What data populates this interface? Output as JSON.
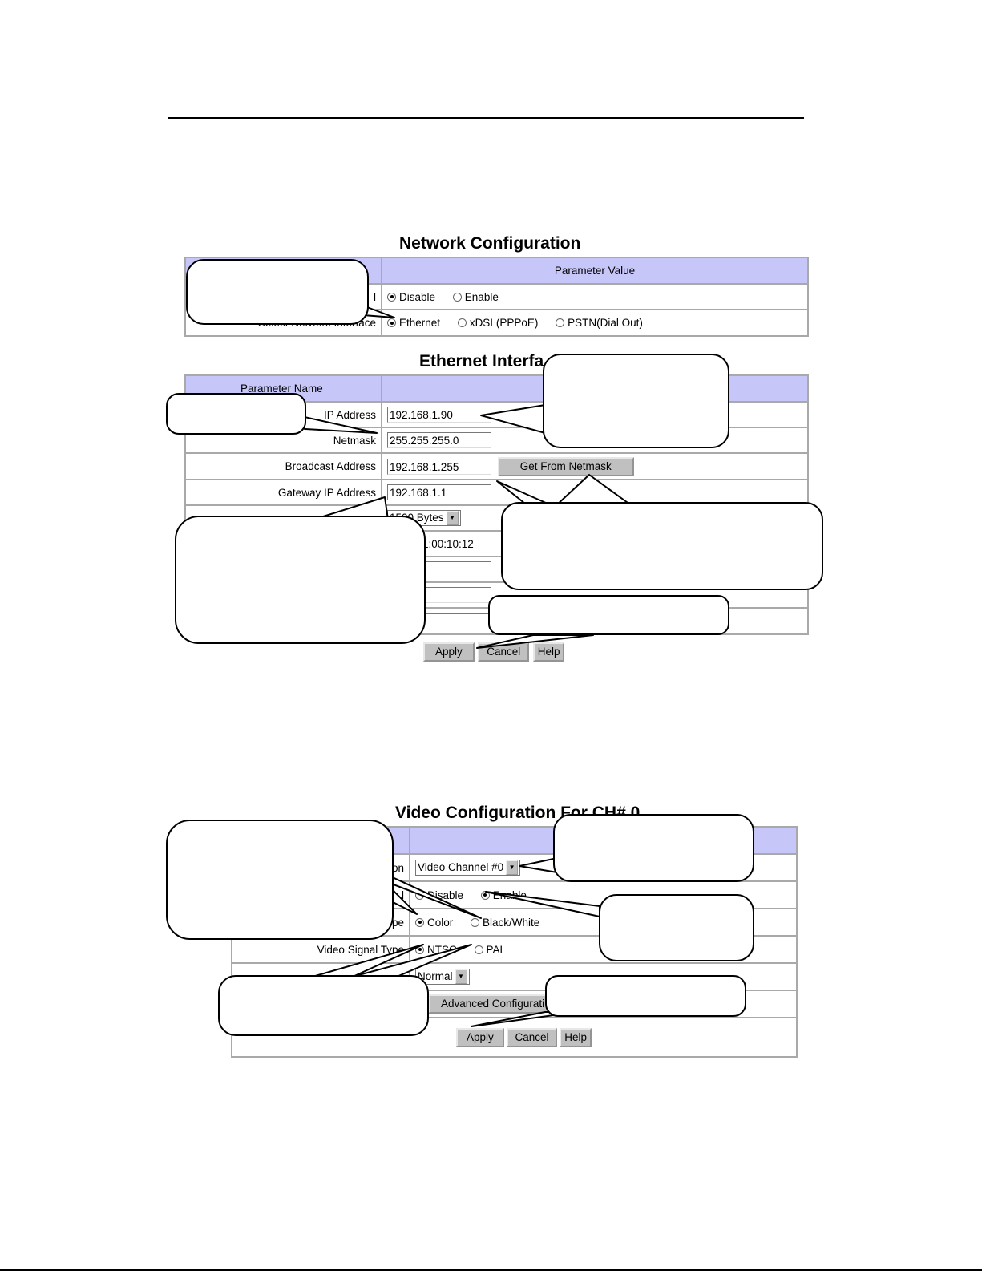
{
  "network": {
    "title": "Network Configuration",
    "header_value": "Parameter Value",
    "row1_label": "l",
    "row1_opt1": "Disable",
    "row1_opt2": "Enable",
    "row2_label": "Select Network Interface",
    "row2_opt1": "Ethernet",
    "row2_opt2": "xDSL(PPPoE)",
    "row2_opt3": "PSTN(Dial Out)"
  },
  "ethernet": {
    "title": "Ethernet Interfa",
    "header_name": "Parameter Name",
    "ip_label": "IP Address",
    "ip_value": "192.168.1.90",
    "netmask_label": "Netmask",
    "netmask_value": "255.255.255.0",
    "broadcast_label": "Broadcast Address",
    "broadcast_value": "192.168.1.255",
    "get_from_netmask": "Get From Netmask",
    "gateway_label": "Gateway IP Address",
    "gateway_value": "192.168.1.1",
    "mtu_value": "1500 Bytes",
    "mac_fragment": "1:00:10:12",
    "apply": "Apply",
    "cancel": "Cancel",
    "help": "Help"
  },
  "video": {
    "title": "Video Configuration For CH# 0",
    "channel_label": "on",
    "channel_value": "Video Channel #0",
    "enable_label": "l",
    "enable_opt1": "Disable",
    "enable_opt2": "Enable",
    "type_label": "pe",
    "type_opt1": "Color",
    "type_opt2": "Black/White",
    "signal_label": "Video Signal Type",
    "signal_opt1": "NTSC",
    "signal_opt2": "PAL",
    "quality_value": "Normal",
    "advanced": "Advanced Configurati",
    "apply": "Apply",
    "cancel": "Cancel",
    "help": "Help"
  }
}
